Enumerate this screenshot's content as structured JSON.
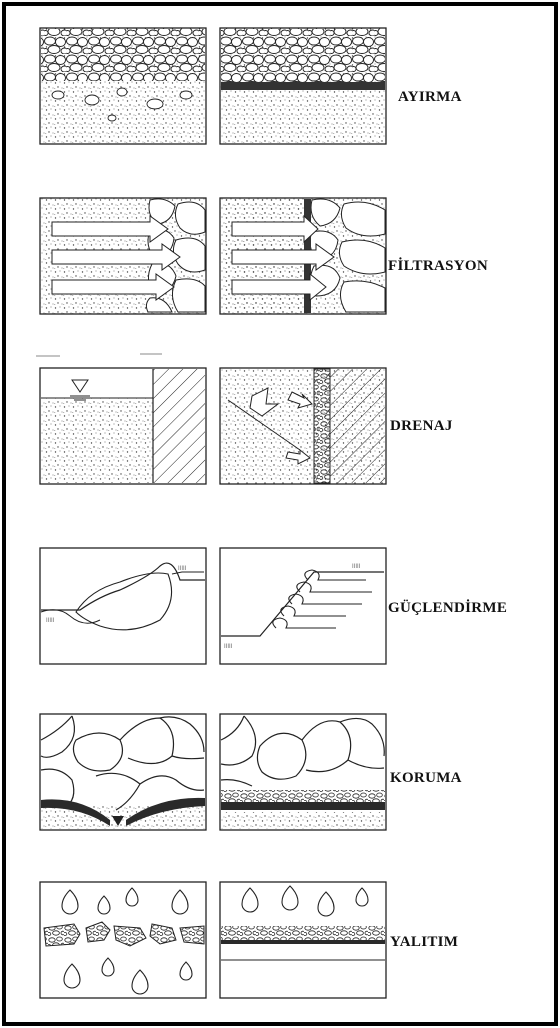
{
  "functions": [
    {
      "id": "separation",
      "label": "AYIRMA"
    },
    {
      "id": "filtration",
      "label": "FİLTRASYON"
    },
    {
      "id": "drainage",
      "label": "DRENAJ"
    },
    {
      "id": "reinforcement",
      "label": "GÜÇLENDİRME"
    },
    {
      "id": "protection",
      "label": "KORUMA"
    },
    {
      "id": "sealing",
      "label": "YALITIM"
    }
  ],
  "colors": {
    "ink": "#1a1a1a",
    "geotextile": "#333333",
    "background": "#ffffff"
  }
}
